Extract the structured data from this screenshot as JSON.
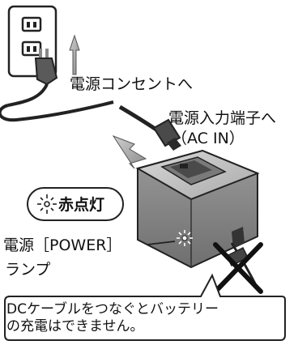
{
  "labels": {
    "outlet": "電源コンセントへ",
    "ac_in_line1": "電源入力端子へ",
    "ac_in_line2": "（AC IN）",
    "power_lamp_line1": "電源［POWER］",
    "power_lamp_line2": "ランプ",
    "red_light": "赤点灯"
  },
  "note": {
    "line1": "DCケーブルをつなぐとバッテリー",
    "line2": "の充電はできません。"
  },
  "icons": {
    "wall_outlet": "wall-outlet-icon",
    "plug": "ac-plug-icon",
    "connector": "ac-in-connector-icon",
    "charger": "battery-charger-icon",
    "lamp": "lamp-light-icon",
    "prohibited": "prohibited-cross-icon"
  }
}
